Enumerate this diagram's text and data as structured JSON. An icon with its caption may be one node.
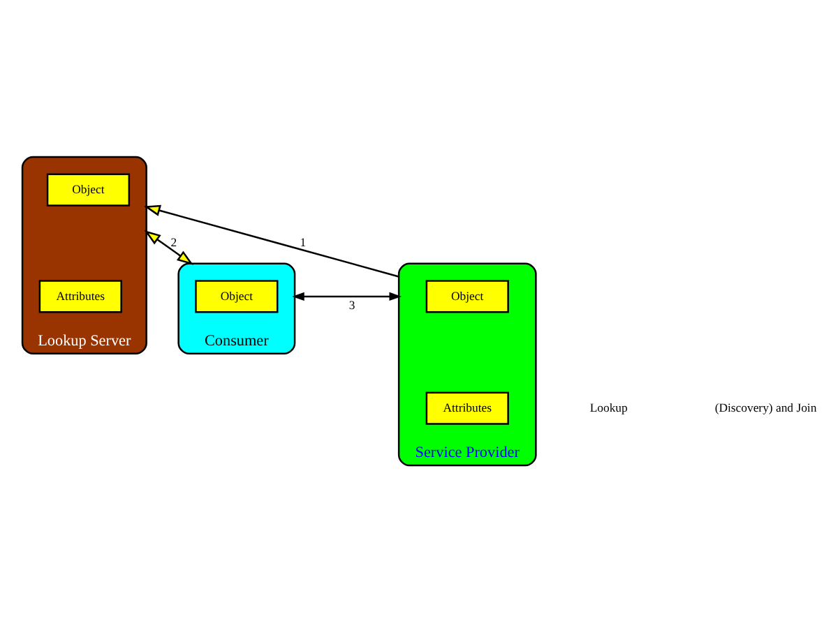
{
  "diagram": {
    "nodes": [
      {
        "text": [
          "Lookup Server"
        ]
      },
      {
        "text": [
          "Object"
        ],
        "in": 0
      },
      {
        "text": [
          "Attributes"
        ],
        "in": 0
      },
      {
        "text": [
          "Consumer"
        ]
      },
      {
        "text": [
          "Object"
        ],
        "in": 3
      },
      {
        "text": [
          "Service Provider"
        ]
      },
      {
        "text": [
          "Object"
        ],
        "in": 5
      },
      {
        "text": [
          "Attributes"
        ],
        "in": 5
      }
    ],
    "edges": [
      {
        "from": 3,
        "to": 0,
        "arrow": "both",
        "label": "2"
      },
      {
        "from": 5,
        "to": 0,
        "arrow": "to",
        "label": "1"
      },
      {
        "from": 3,
        "to": 5,
        "arrow": "both",
        "label": "3"
      }
    ],
    "labels": [
      "Lookup",
      "(Discovery) and Join"
    ]
  }
}
